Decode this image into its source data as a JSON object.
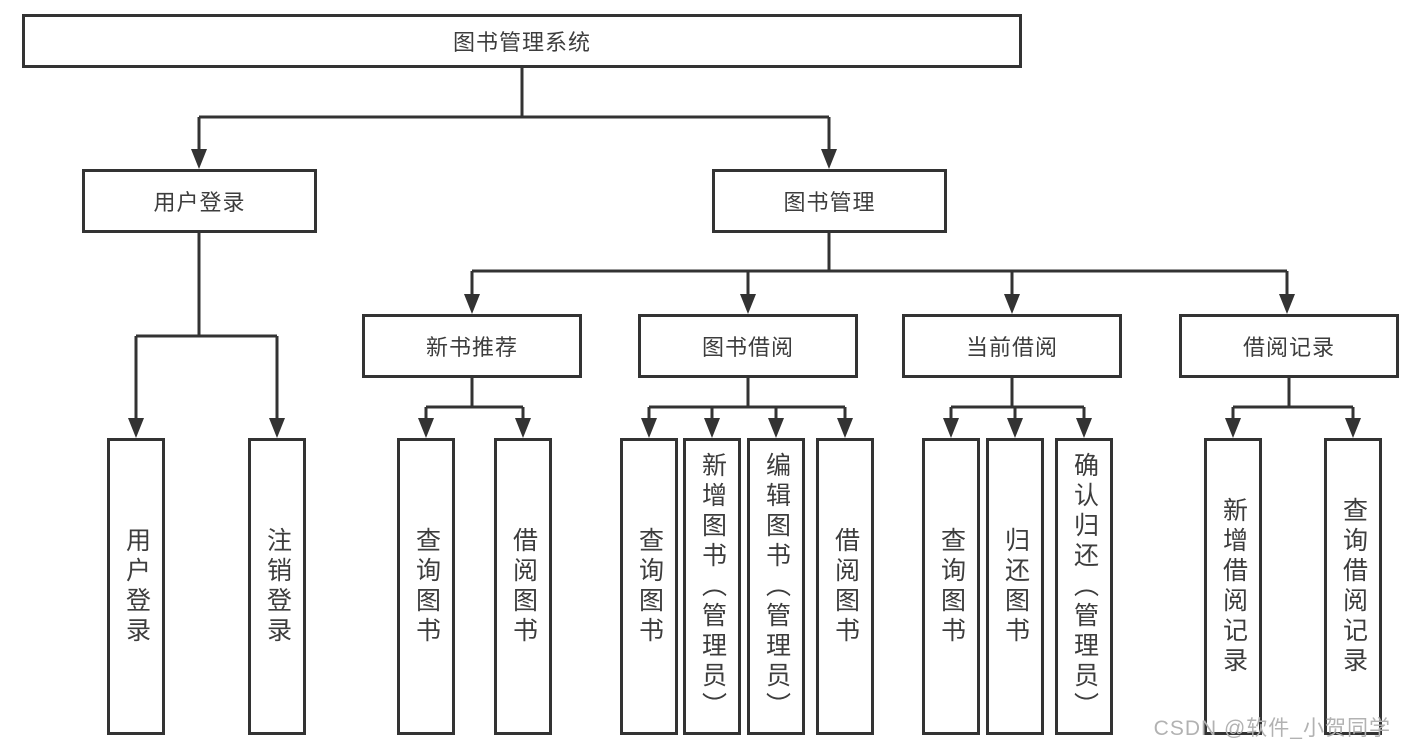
{
  "diagram": {
    "root": "图书管理系统",
    "level2": [
      "用户登录",
      "图书管理"
    ],
    "level3": [
      "新书推荐",
      "图书借阅",
      "当前借阅",
      "借阅记录"
    ],
    "leaves": {
      "login": [
        "用户登录",
        "注销登录"
      ],
      "newbook": [
        "查询图书",
        "借阅图书"
      ],
      "borrow": [
        "查询图书",
        "新增图书（管理员）",
        "编辑图书（管理员）",
        "借阅图书"
      ],
      "current": [
        "查询图书",
        "归还图书",
        "确认归还（管理员）"
      ],
      "records": [
        "新增借阅记录",
        "查询借阅记录"
      ]
    },
    "line_color": "#333333"
  },
  "watermark": "CSDN @软件_小贺同学"
}
